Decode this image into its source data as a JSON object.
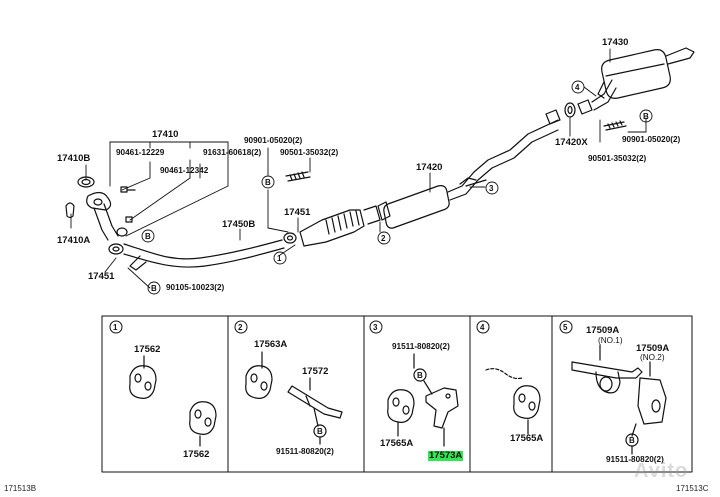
{
  "labels": {
    "p17430": "17430",
    "p17410": "17410",
    "p17410b": "17410B",
    "p17410a": "17410A",
    "p17451": "17451",
    "p17451b": "17451",
    "p17450b": "17450B",
    "p17420": "17420",
    "p17420x": "17420X",
    "b90461_12229": "90461-12229",
    "b90461_12342": "90461-12342",
    "b91631": "91631-60618(2)",
    "b90901_l": "90901-05020(2)",
    "b90501_l": "90501-35032(2)",
    "b90901_r": "90901-05020(2)",
    "b90501_r": "90501-35032(2)",
    "b90105": "90105-10023(2)",
    "d4": "4",
    "d3": "3",
    "d2": "2",
    "d1": "1",
    "b1": "B",
    "b2": "B",
    "b3": "B",
    "b4": "B"
  },
  "panels": [
    {
      "num": "1",
      "labels": [
        "17562",
        "17562"
      ]
    },
    {
      "num": "2",
      "labels": [
        "17563A",
        "17572",
        "91511-80820(2)"
      ],
      "bolt": "B"
    },
    {
      "num": "3",
      "labels": [
        "91511-80820(2)",
        "17565A",
        "17573A"
      ],
      "bolt": "B"
    },
    {
      "num": "4",
      "labels": [
        "17565A"
      ]
    },
    {
      "num": "5",
      "labels": [
        "17509A",
        "(NO.1)",
        "17509A",
        "(NO.2)",
        "91511-80820(2)"
      ],
      "bolt": "B"
    }
  ],
  "corners": {
    "bl": "171513B",
    "br": "171513C"
  },
  "watermark": "Avito",
  "colors": {
    "highlight": "#2ee84e",
    "ink": "#111111"
  }
}
